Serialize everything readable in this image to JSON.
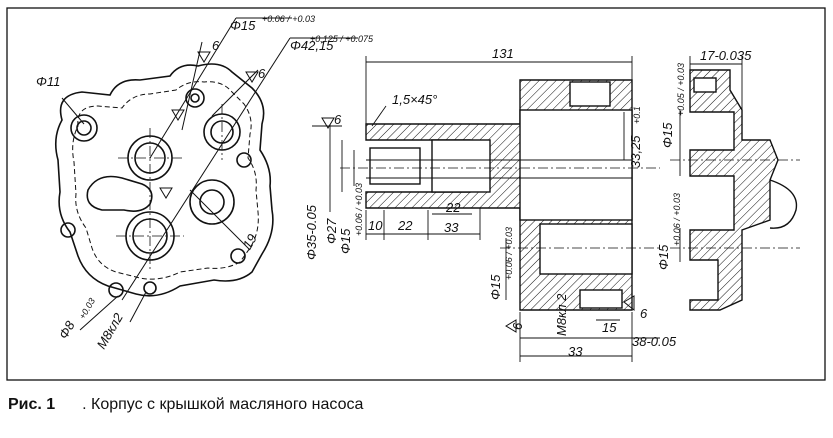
{
  "caption": {
    "label": "Рис. 1",
    "text": ". Корпус с крышкой масляного насоса"
  },
  "dims": {
    "d11": "Φ11",
    "d15": "Φ15",
    "d15_tol": "+0.06 / +0.03",
    "d42": "Φ42,15",
    "d42_tol": "+0.125 / +0.075",
    "d8": "Φ8",
    "d8_tol": "+0.03",
    "m8_left": "M8кл2",
    "r19": "19",
    "rough6": "6",
    "len131": "131",
    "chamfer": "1,5×45°",
    "d35": "Φ35-0.05",
    "d27": "Φ27",
    "d15a": "Φ15",
    "d15a_tol": "+0.06 / +0.03",
    "len10": "10",
    "len22": "22",
    "len22b": "22",
    "len33": "33",
    "dim33_25": "33,25",
    "dim33_25_tol": "+0.1",
    "d15b": "Φ15",
    "d15b_tol": "+0.06 / +0.03",
    "m8_mid": "M8кл 2",
    "len15": "15",
    "len33b": "33",
    "len38": "38-0.05",
    "len17": "17-0.035",
    "d15c": "Φ15",
    "d15c_tol": "+0.05 / +0.03",
    "d15d": "Φ15",
    "d15d_tol": "+0.06 / +0.03"
  },
  "colors": {
    "ink": "#111111",
    "paper": "#ffffff"
  }
}
